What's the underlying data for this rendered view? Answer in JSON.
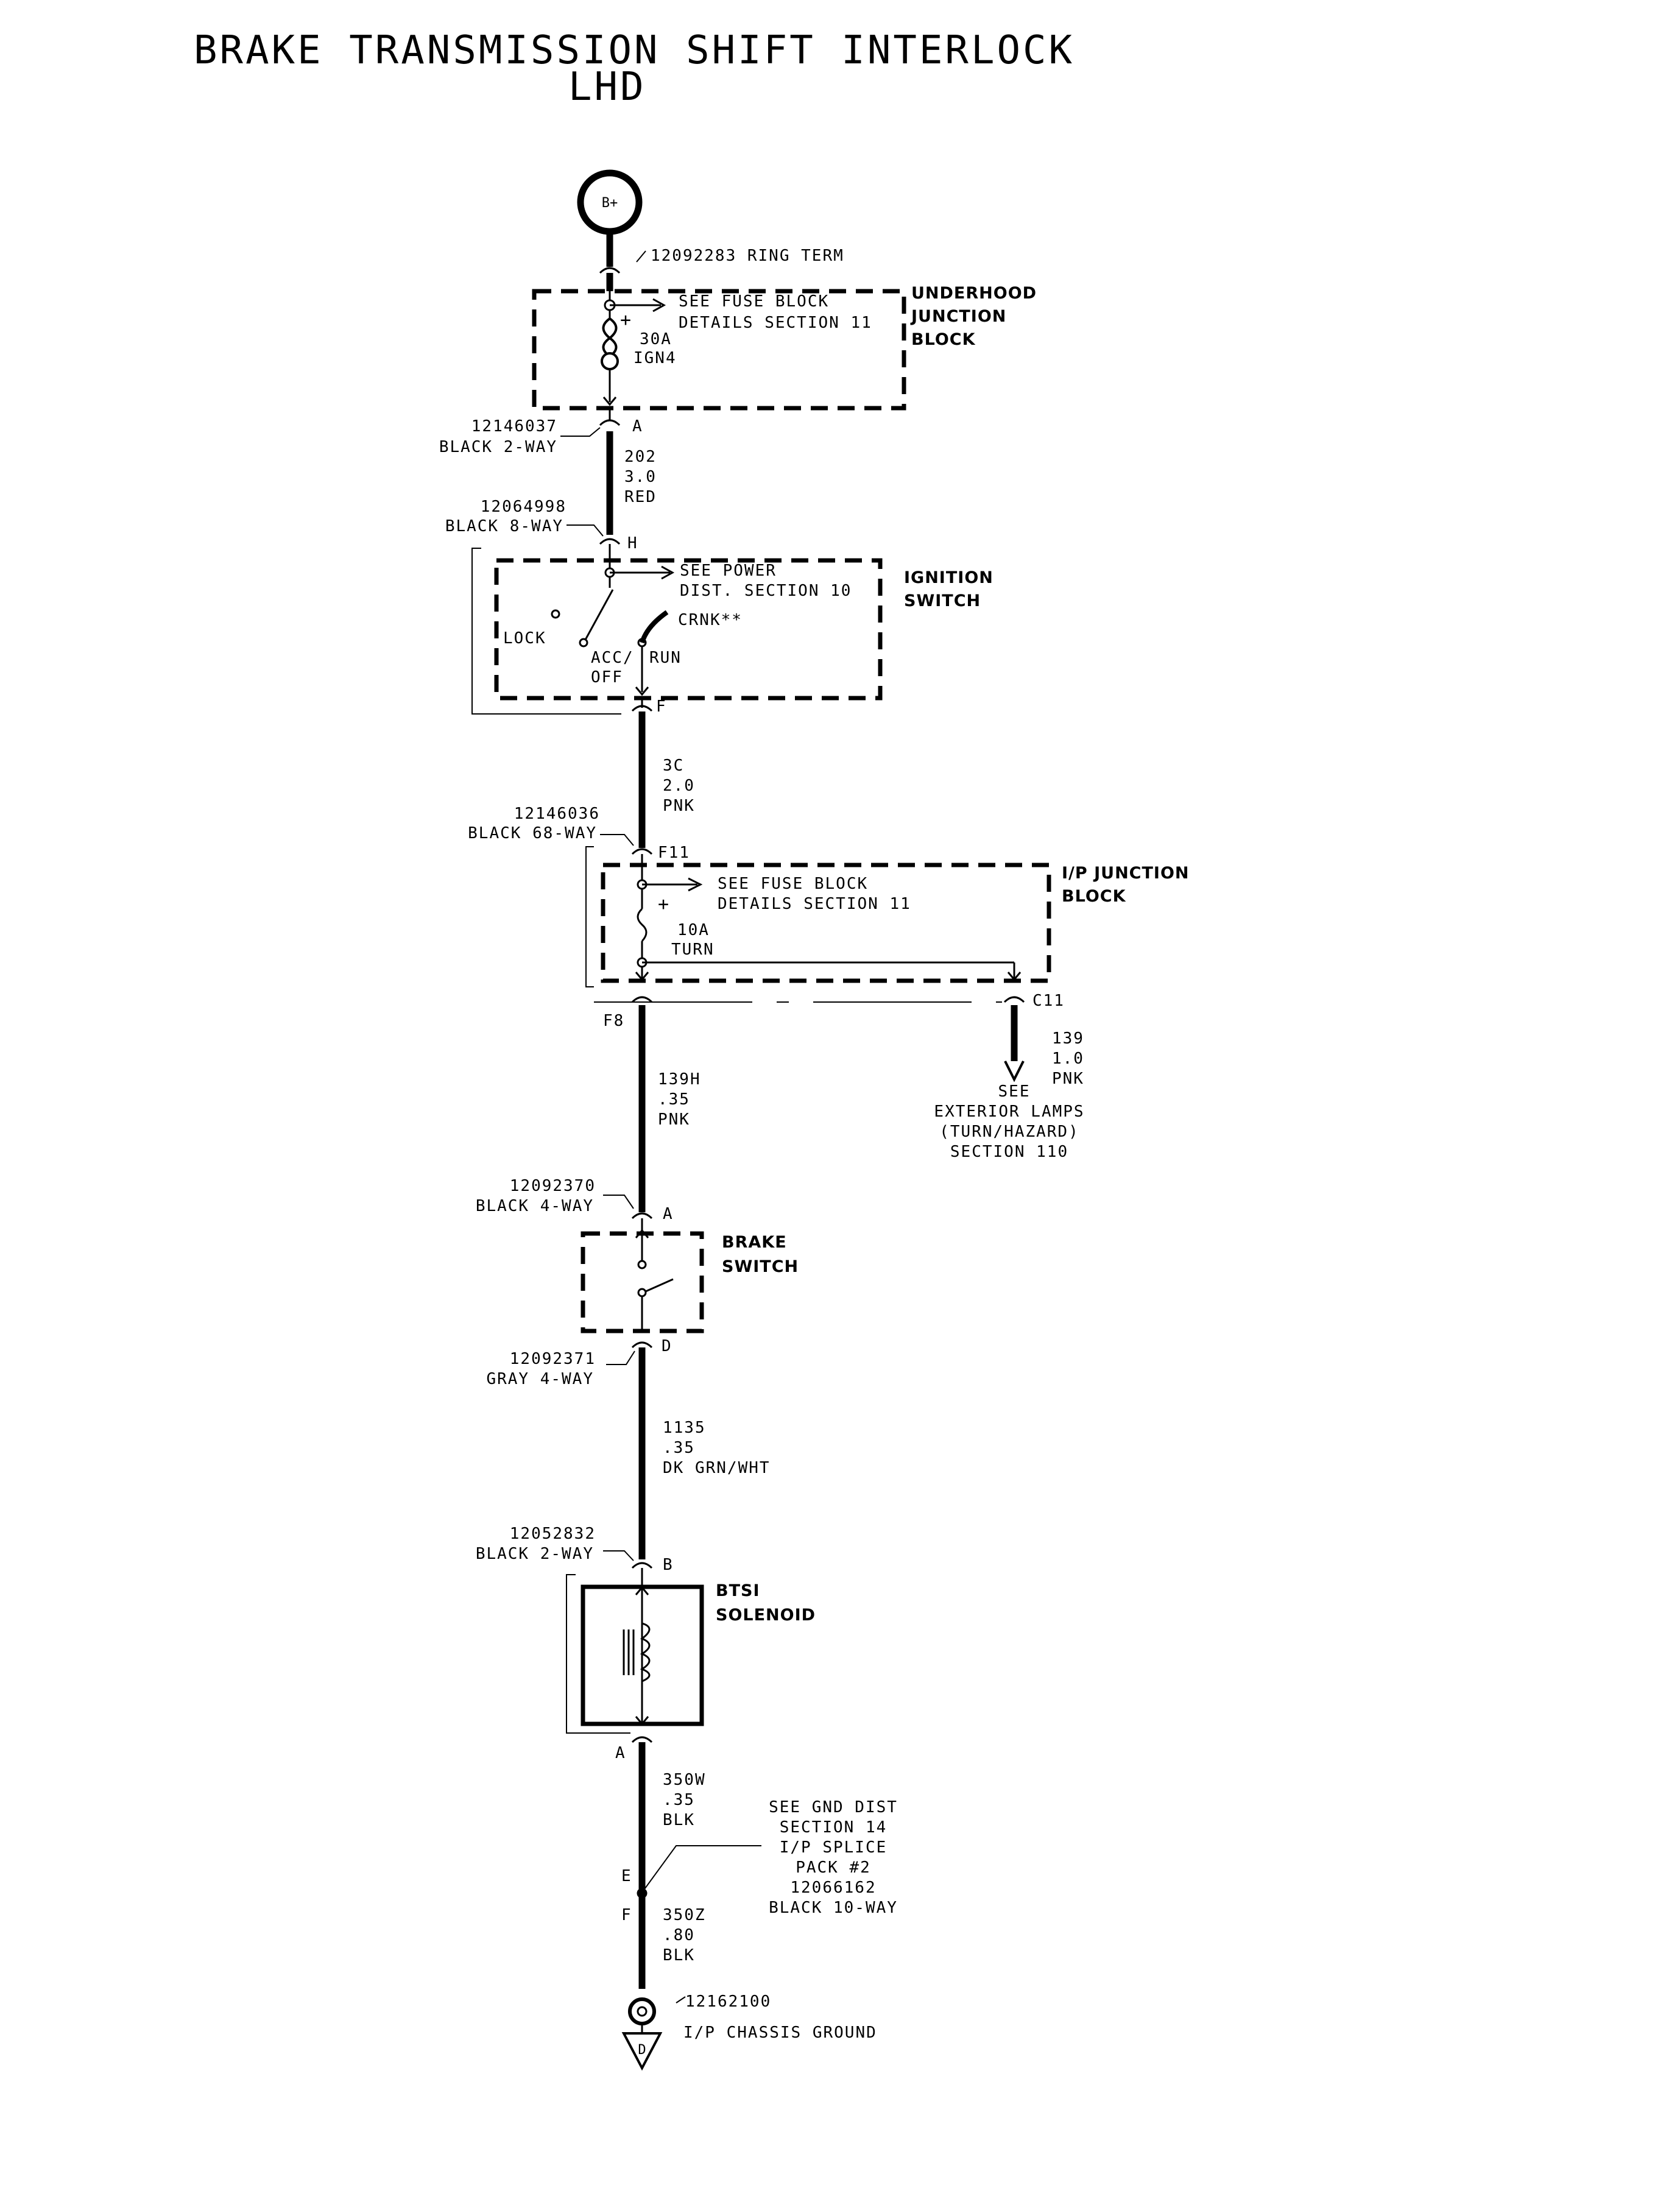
{
  "title": {
    "line1": "BRAKE TRANSMISSION SHIFT INTERLOCK",
    "line2": "LHD"
  },
  "battery": {
    "label": "B+"
  },
  "ring_term": {
    "label": "12092283  RING TERM"
  },
  "underhood_jb": {
    "name_lines": [
      "UNDERHOOD",
      "JUNCTION",
      "BLOCK"
    ],
    "note_lines": [
      "SEE FUSE BLOCK",
      "DETAILS SECTION 11"
    ],
    "fuse_rating": "30A",
    "fuse_name": "IGN4",
    "plus": "+"
  },
  "conn_a1": {
    "lines": [
      "12146037",
      "BLACK 2-WAY"
    ],
    "pin": "A"
  },
  "wire_202": {
    "lines": [
      "202",
      "3.0",
      "RED"
    ]
  },
  "conn_h": {
    "lines": [
      "12064998",
      "BLACK 8-WAY"
    ],
    "pin": "H"
  },
  "ignition_switch": {
    "name_lines": [
      "IGNITION",
      "SWITCH"
    ],
    "note_lines": [
      "SEE POWER",
      "DIST. SECTION 10"
    ],
    "lock": "LOCK",
    "acc": "ACC/",
    "off": "OFF",
    "run": "RUN",
    "crnk": "CRNK**",
    "pin_f": "F"
  },
  "wire_3c": {
    "lines": [
      "3C",
      "2.0",
      "PNK"
    ]
  },
  "conn_f11": {
    "lines": [
      "12146036",
      "BLACK 68-WAY"
    ],
    "pin": "F11"
  },
  "ip_jb": {
    "name_lines": [
      "I/P JUNCTION",
      "BLOCK"
    ],
    "note_lines": [
      "SEE FUSE BLOCK",
      "DETAILS SECTION 11"
    ],
    "fuse_rating": "10A",
    "fuse_name": "TURN",
    "plus": "+",
    "pin_f8": "F8",
    "pin_c11": "C11"
  },
  "wire_139": {
    "lines": [
      "139",
      "1.0",
      "PNK"
    ]
  },
  "see_exterior": {
    "lines": [
      "SEE",
      "EXTERIOR LAMPS",
      "(TURN/HAZARD)",
      "SECTION 110"
    ]
  },
  "wire_139h": {
    "lines": [
      "139H",
      ".35",
      "PNK"
    ]
  },
  "conn_brake_a": {
    "lines": [
      "12092370",
      "BLACK 4-WAY"
    ],
    "pin": "A"
  },
  "brake_switch": {
    "name_lines": [
      "BRAKE",
      "SWITCH"
    ]
  },
  "conn_brake_d": {
    "lines": [
      "12092371",
      "GRAY 4-WAY"
    ],
    "pin": "D"
  },
  "wire_1135": {
    "lines": [
      "1135",
      ".35",
      "DK GRN/WHT"
    ]
  },
  "conn_sol_b": {
    "lines": [
      "12052832",
      "BLACK 2-WAY"
    ],
    "pin": "B"
  },
  "btsi_solenoid": {
    "name_lines": [
      "BTSI",
      "SOLENOID"
    ],
    "pin_a": "A"
  },
  "wire_350w": {
    "lines": [
      "350W",
      ".35",
      "BLK"
    ]
  },
  "splice_note": {
    "lines": [
      "SEE GND DIST",
      "SECTION 14",
      "I/P SPLICE",
      "PACK #2",
      "12066162",
      "BLACK 10-WAY"
    ]
  },
  "splice_pins": {
    "e": "E",
    "f": "F"
  },
  "wire_350z": {
    "lines": [
      "350Z",
      ".80",
      "BLK"
    ]
  },
  "ground": {
    "part": "12162100",
    "label": "I/P CHASSIS GROUND",
    "id": "D"
  }
}
